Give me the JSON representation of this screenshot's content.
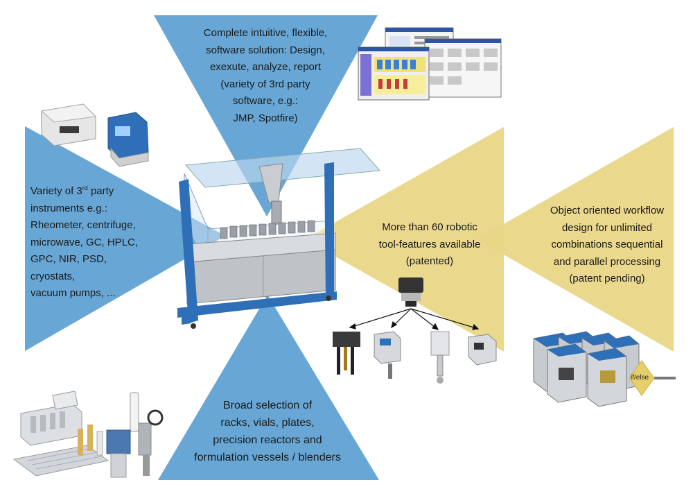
{
  "colors": {
    "blue_fan": "#5b9fd1",
    "gold_fan": "#e9d686",
    "machine_blue": "#2f6fb8",
    "steel": "#bfc3c8"
  },
  "software": {
    "lines": [
      "Complete intuitive, flexible,",
      "software solution: Design,",
      "exexute, analyze, report",
      "(variety of 3rd party",
      "software, e.g.:",
      "JMP, Spotfire)"
    ]
  },
  "instruments": {
    "line1_pre": "Variety of 3",
    "line1_sup": "rd",
    "line1_post": " party",
    "lines": [
      "instruments e.g.:",
      "Rheometer, centrifuge,",
      "microwave, GC, HPLC,",
      "GPC, NIR, PSD,",
      "cryostats,",
      "vacuum pumps, ..."
    ]
  },
  "tools": {
    "lines": [
      "More than 60 robotic",
      "tool-features available",
      "(patented)"
    ]
  },
  "workflow": {
    "lines": [
      "Object oriented workflow",
      "design for unlimited",
      "combinations sequential",
      "and parallel processing",
      "(patent pending)"
    ],
    "decision_label": "if/else"
  },
  "vessels": {
    "lines": [
      "Broad selection of",
      "racks, vials, plates,",
      "precision reactors and",
      "formulation vessels / blenders"
    ]
  }
}
